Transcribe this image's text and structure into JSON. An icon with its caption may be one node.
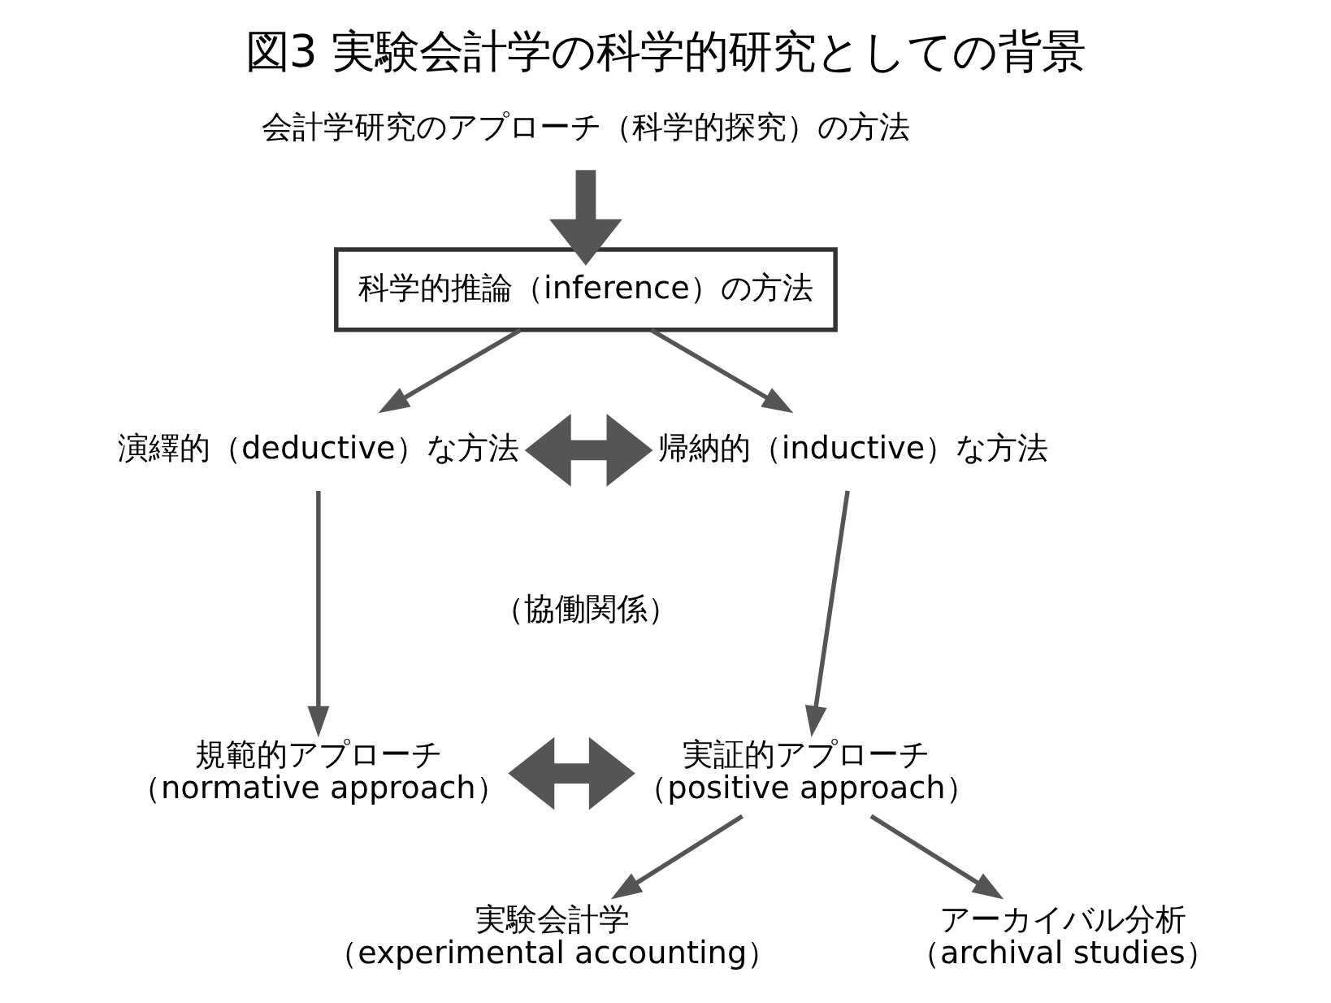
{
  "diagram": {
    "title": "図3 実験会計学の科学的研究としての背景",
    "nodes": [
      {
        "text": [
          "会計学研究のアプローチ（科学的探究）の方法"
        ]
      },
      {
        "text": [
          "科学的推論（inference）の方法"
        ]
      },
      {
        "text": [
          "演繹的（deductive）な方法"
        ]
      },
      {
        "text": [
          "帰納的（inductive）な方法"
        ]
      },
      {
        "text": [
          "規範的アプローチ",
          "（normative approach）"
        ]
      },
      {
        "text": [
          "実証的アプローチ",
          "（positive approach）"
        ]
      },
      {
        "text": [
          "実験会計学",
          "（experimental accounting）"
        ]
      },
      {
        "text": [
          "アーカイバル分析",
          "（archival studies）"
        ]
      }
    ],
    "edges": [
      {
        "from": 0,
        "to": 1,
        "arrow": "to",
        "style": "thick"
      },
      {
        "from": 1,
        "to": 2,
        "arrow": "to"
      },
      {
        "from": 1,
        "to": 3,
        "arrow": "to"
      },
      {
        "from": 2,
        "to": 3,
        "arrow": "both",
        "style": "thick"
      },
      {
        "from": 2,
        "to": 4,
        "arrow": "to"
      },
      {
        "from": 3,
        "to": 5,
        "arrow": "to"
      },
      {
        "from": 4,
        "to": 5,
        "arrow": "both",
        "style": "thick"
      },
      {
        "from": 5,
        "to": 6,
        "arrow": "to"
      },
      {
        "from": 5,
        "to": 7,
        "arrow": "to"
      }
    ],
    "labels": [
      "（協働関係）"
    ]
  }
}
